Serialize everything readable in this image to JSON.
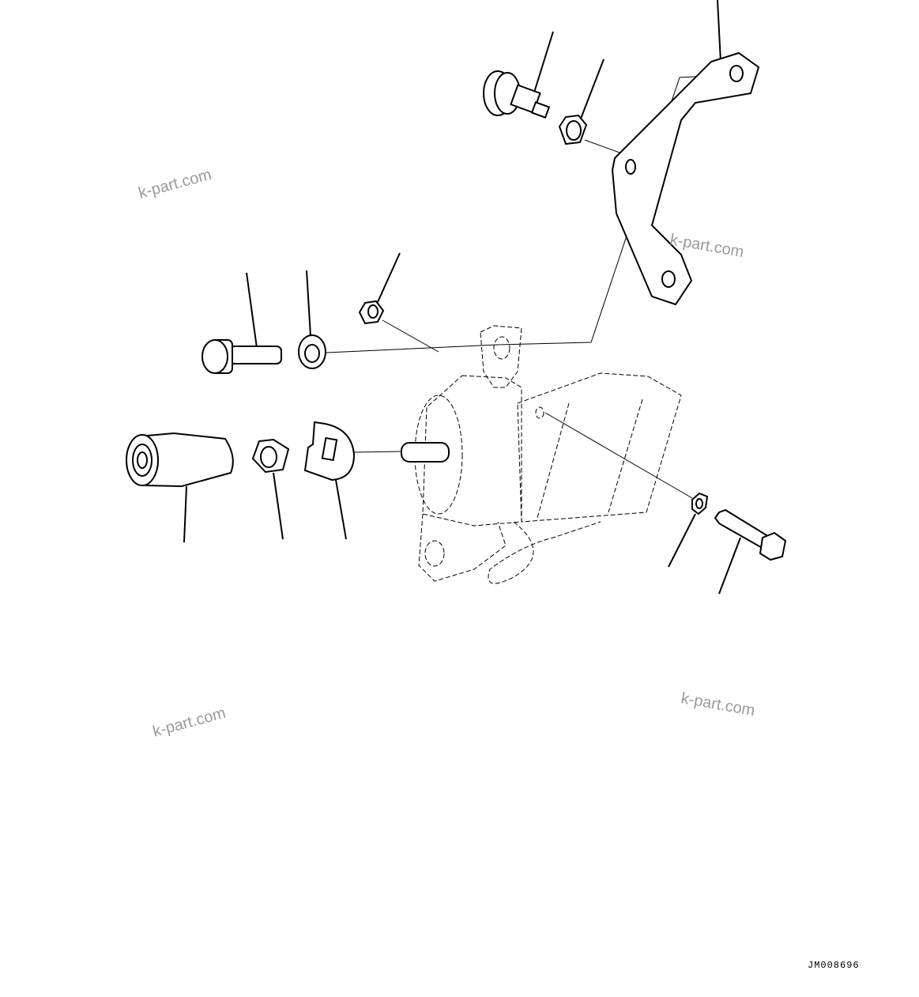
{
  "diagram": {
    "type": "exploded-parts-diagram",
    "drawing_code": "JM008696",
    "watermarks": [
      "k-part.com",
      "k-part.com",
      "k-part.com",
      "k-part.com"
    ],
    "parts": [
      {
        "name": "lever-knob",
        "leader": true
      },
      {
        "name": "hex-nut-large",
        "leader": true
      },
      {
        "name": "slotted-plate",
        "leader": true
      },
      {
        "name": "hex-bolt-left",
        "leader": true
      },
      {
        "name": "washer-left",
        "leader": true
      },
      {
        "name": "small-nut-center",
        "leader": true
      },
      {
        "name": "cable-end-fitting",
        "leader": true
      },
      {
        "name": "nut-top",
        "leader": true
      },
      {
        "name": "bracket",
        "leader": true
      },
      {
        "name": "lock-washer-right",
        "leader": true
      },
      {
        "name": "hex-bolt-right",
        "leader": true
      },
      {
        "name": "control-valve-assembly",
        "leader": false
      }
    ]
  }
}
